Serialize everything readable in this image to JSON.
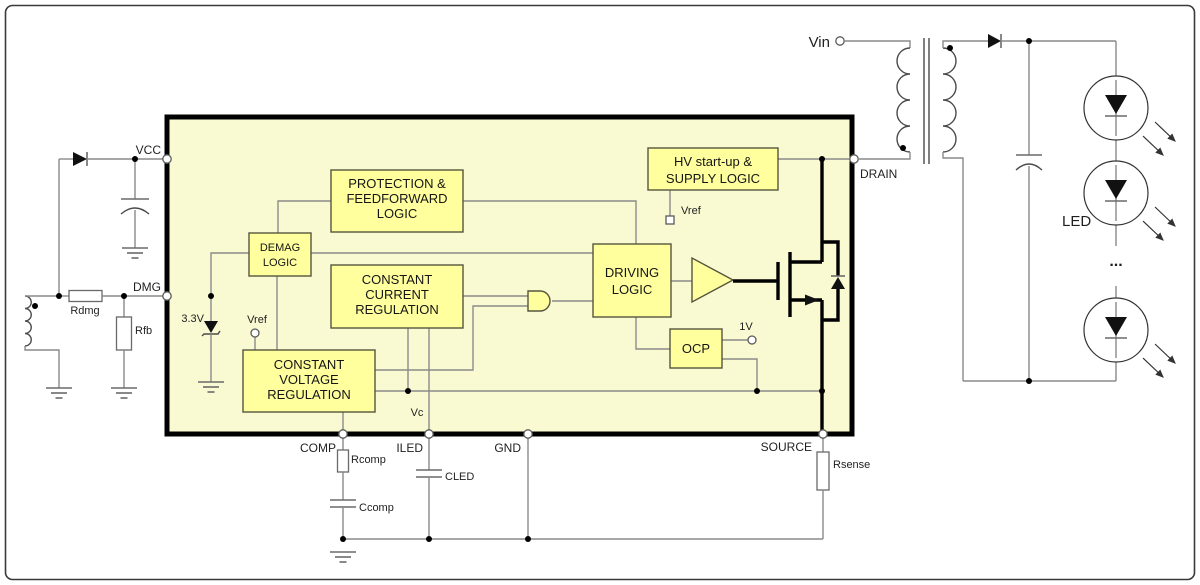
{
  "colors": {
    "ic_fill": "#fafad2",
    "ic_border": "#000000",
    "block_fill": "#ffff9e",
    "block_border": "#55553d",
    "wire": "#8a8a8a",
    "thick": "#000000",
    "frame": "#3a3a3a"
  },
  "ic": {
    "blocks": {
      "protection": [
        "PROTECTION &",
        "FEEDFORWARD",
        "LOGIC"
      ],
      "demag": [
        "DEMAG",
        "LOGIC"
      ],
      "ccr": [
        "CONSTANT",
        "CURRENT",
        "REGULATION"
      ],
      "cvr": [
        "CONSTANT",
        "VOLTAGE",
        "REGULATION"
      ],
      "hv": [
        "HV start-up &",
        "SUPPLY LOGIC"
      ],
      "driving": [
        "DRIVING",
        "LOGIC"
      ],
      "ocp": "OCP"
    },
    "pins": {
      "vcc": "VCC",
      "dmg": "DMG",
      "comp": "COMP",
      "iled": "ILED",
      "gnd": "GND",
      "source": "SOURCE",
      "drain": "DRAIN"
    },
    "labels": {
      "zener_voltage": "3.3V",
      "vref_left": "Vref",
      "vref_hv": "Vref",
      "vc": "Vc",
      "ocp_level": "1V"
    }
  },
  "external": {
    "vin": "Vin",
    "led": "LED",
    "ellipsis": "...",
    "components": {
      "rdmg": "Rdmg",
      "rfb": "Rfb",
      "rcomp": "Rcomp",
      "ccomp": "Ccomp",
      "cled": "CLED",
      "rsense": "Rsense"
    }
  }
}
